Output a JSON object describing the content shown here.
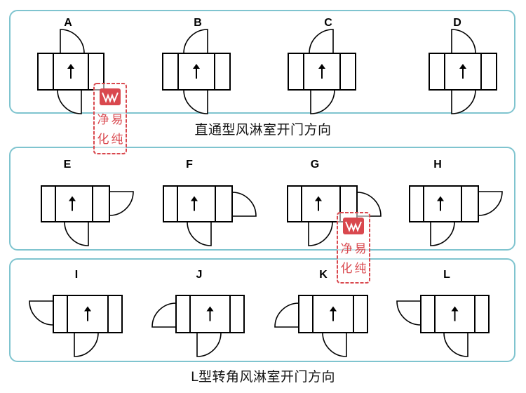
{
  "sections": [
    {
      "caption": "直通型风淋室开门方向",
      "letters": [
        "A",
        "B",
        "C",
        "D"
      ]
    },
    {
      "caption": "",
      "letters": [
        "E",
        "F",
        "G",
        "H"
      ]
    },
    {
      "caption": "L型转角风淋室开门方向",
      "letters": [
        "I",
        "J",
        "K",
        "L"
      ]
    }
  ],
  "units": [
    {
      "label": "A",
      "doors": [
        {
          "side": "top",
          "hinge": "left"
        },
        {
          "side": "bottom",
          "hinge": "right"
        }
      ]
    },
    {
      "label": "B",
      "doors": [
        {
          "side": "top",
          "hinge": "right"
        },
        {
          "side": "bottom",
          "hinge": "right"
        }
      ]
    },
    {
      "label": "C",
      "doors": [
        {
          "side": "top",
          "hinge": "right"
        },
        {
          "side": "bottom",
          "hinge": "left"
        }
      ]
    },
    {
      "label": "D",
      "doors": [
        {
          "side": "top",
          "hinge": "left"
        },
        {
          "side": "bottom",
          "hinge": "left"
        }
      ]
    },
    {
      "label": "E",
      "doors": [
        {
          "side": "right",
          "hinge": "top"
        },
        {
          "side": "bottom",
          "hinge": "right"
        }
      ]
    },
    {
      "label": "F",
      "doors": [
        {
          "side": "right",
          "hinge": "bottom"
        },
        {
          "side": "bottom",
          "hinge": "right"
        }
      ]
    },
    {
      "label": "G",
      "doors": [
        {
          "side": "right",
          "hinge": "bottom"
        },
        {
          "side": "bottom",
          "hinge": "left"
        }
      ]
    },
    {
      "label": "H",
      "doors": [
        {
          "side": "right",
          "hinge": "top"
        },
        {
          "side": "bottom",
          "hinge": "left"
        }
      ]
    },
    {
      "label": "I",
      "doors": [
        {
          "side": "left",
          "hinge": "top"
        },
        {
          "side": "bottom",
          "hinge": "left"
        }
      ]
    },
    {
      "label": "J",
      "doors": [
        {
          "side": "left",
          "hinge": "bottom"
        },
        {
          "side": "bottom",
          "hinge": "left"
        }
      ]
    },
    {
      "label": "K",
      "doors": [
        {
          "side": "left",
          "hinge": "bottom"
        },
        {
          "side": "bottom",
          "hinge": "right"
        }
      ]
    },
    {
      "label": "L",
      "doors": [
        {
          "side": "left",
          "hinge": "top"
        },
        {
          "side": "bottom",
          "hinge": "right"
        }
      ]
    }
  ],
  "stamp_text": [
    "净",
    "易",
    "化",
    "纯"
  ],
  "colors": {
    "panel_border": "#7fc4cf",
    "stamp_red": "#d9484e",
    "line": "#000000"
  }
}
